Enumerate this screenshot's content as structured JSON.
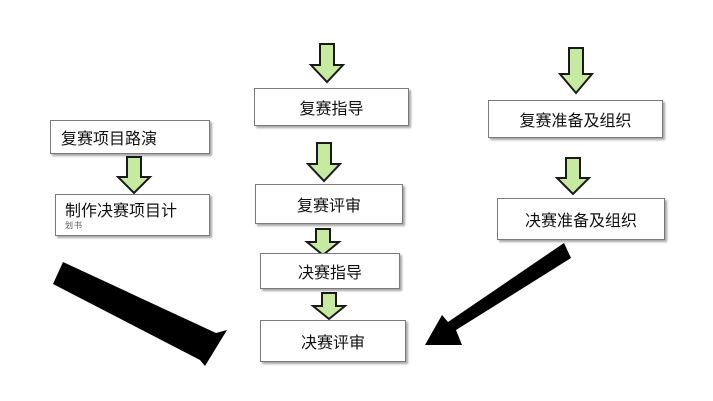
{
  "colors": {
    "arrow_fill": "#c6eaa0",
    "arrow_stroke": "#1a1a1a",
    "diagonal_arrow": "#000000",
    "box_border": "#7a7a7a"
  },
  "left_column": {
    "box1": "复赛项目路演",
    "box2": "制作决赛项目计",
    "box2_cut": "划书"
  },
  "center_column": {
    "box1": "复赛指导",
    "box2": "复赛评审",
    "box3": "决赛指导",
    "box4": "决赛评审"
  },
  "right_column": {
    "box1": "复赛准备及组织",
    "box2": "决赛准备及组织"
  }
}
